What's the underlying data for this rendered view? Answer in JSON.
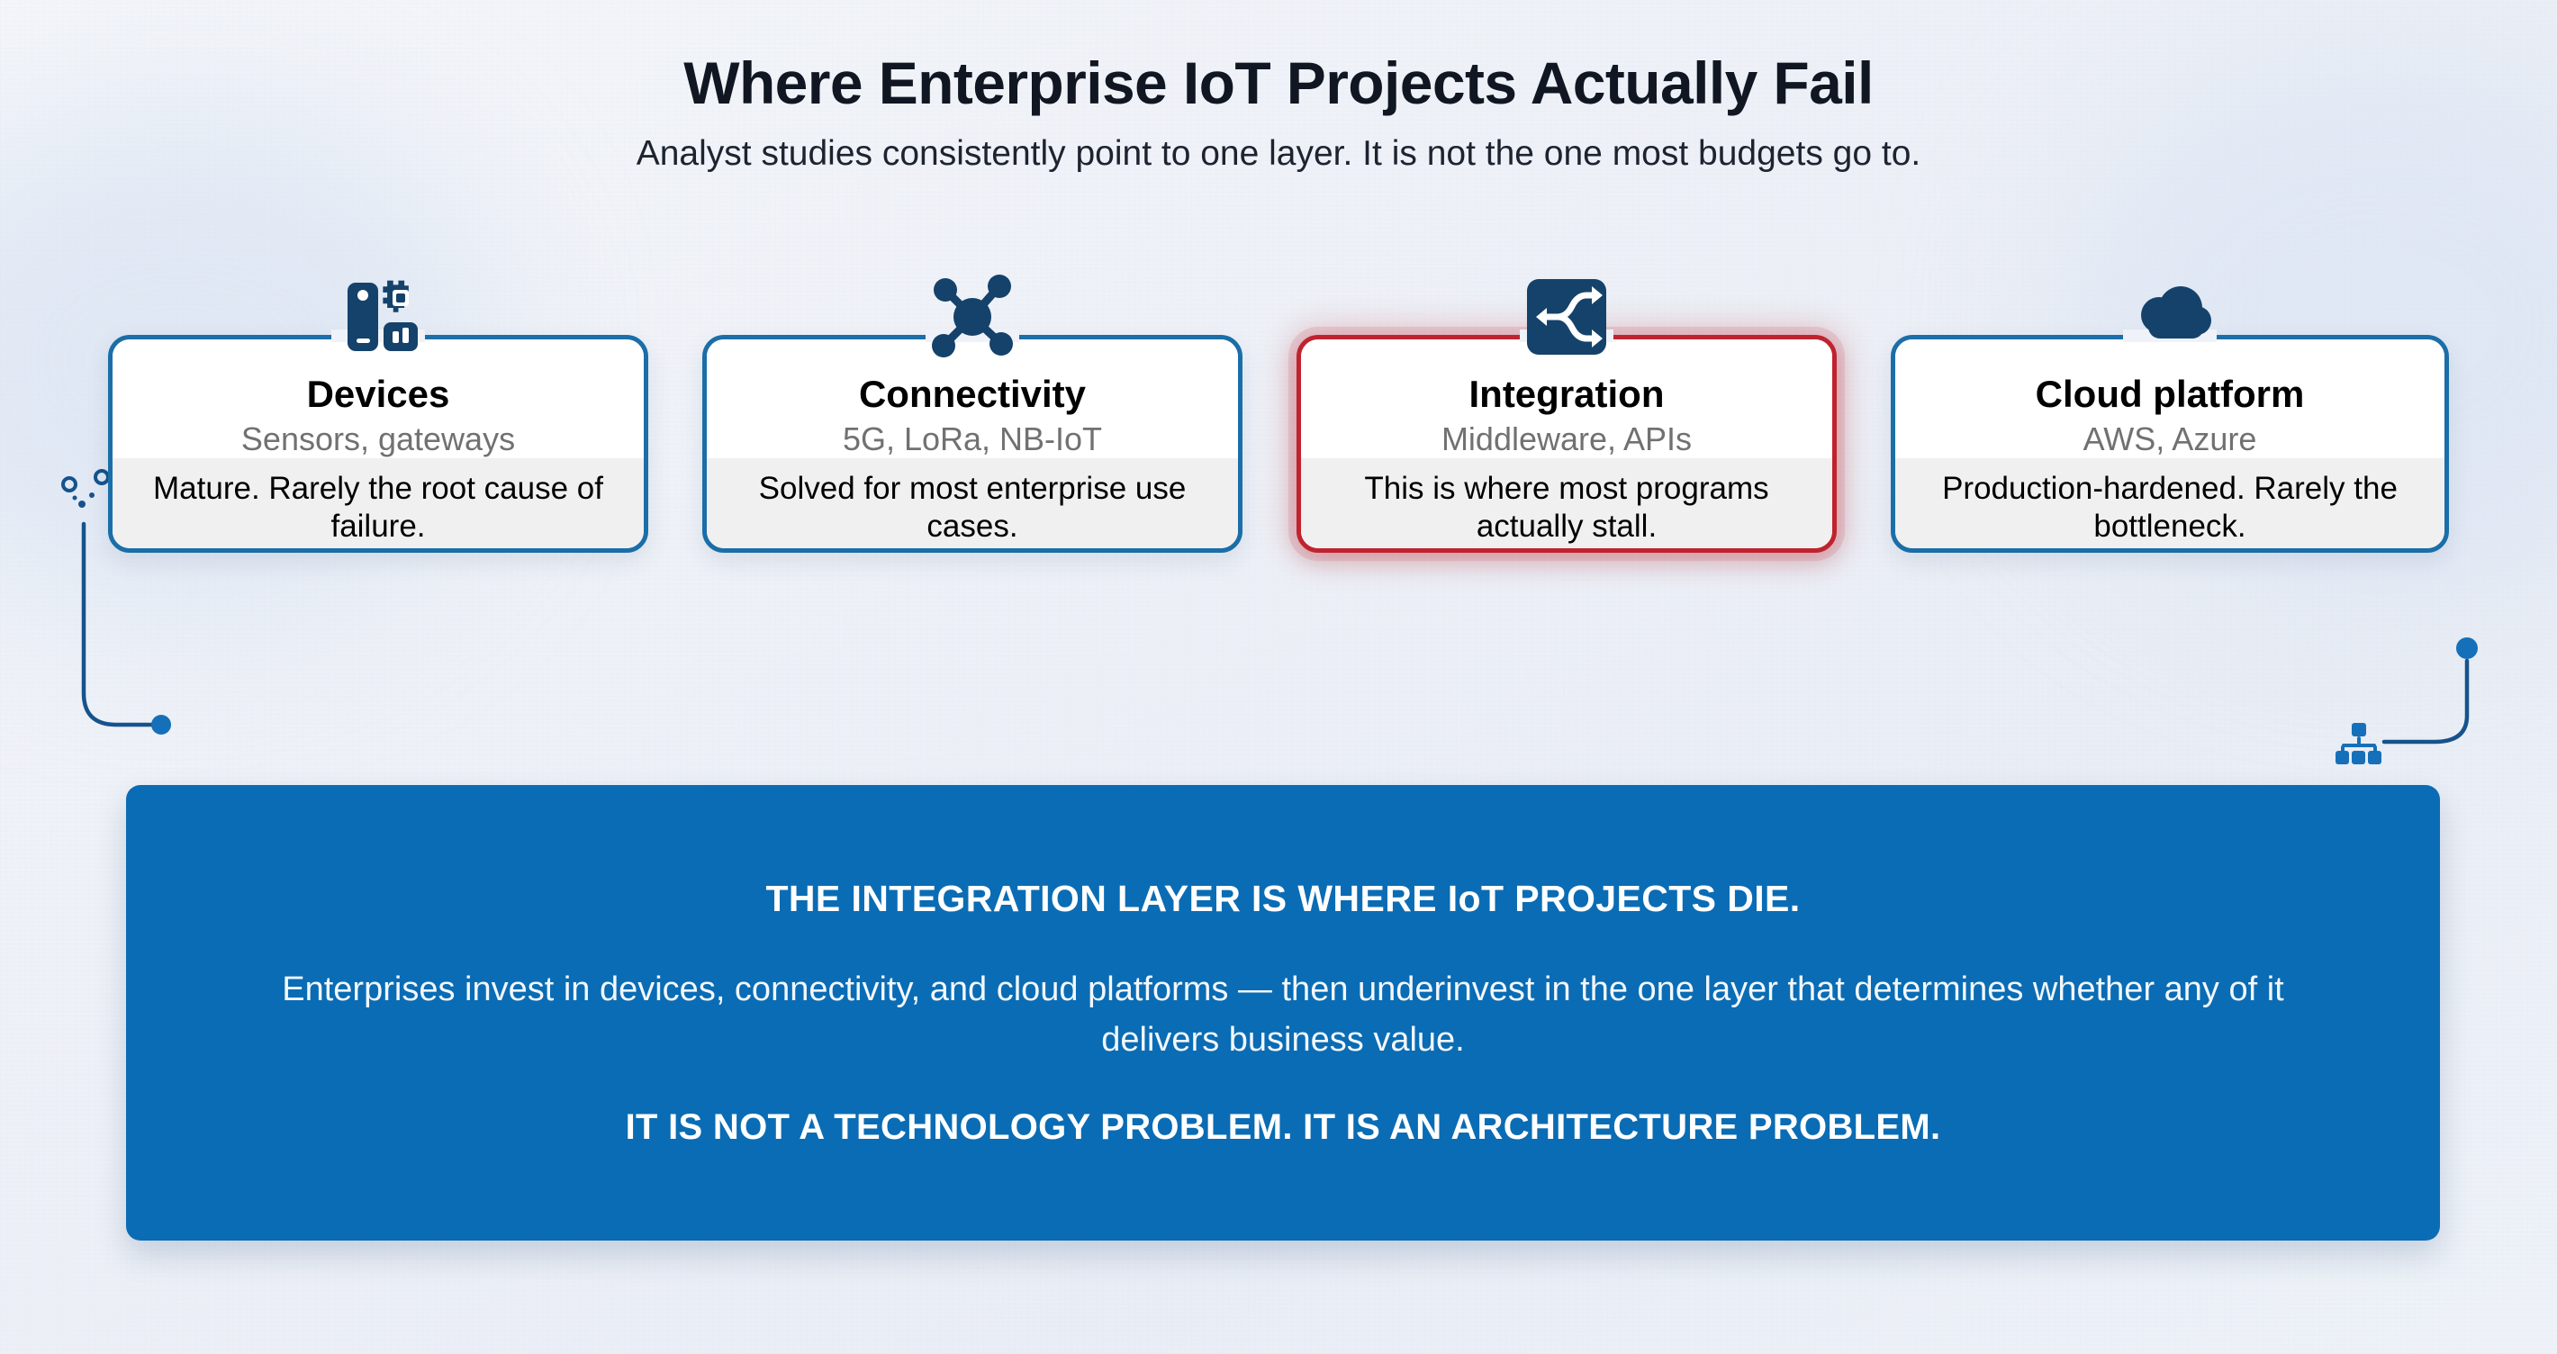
{
  "header": {
    "title": "Where Enterprise IoT Projects Actually Fail",
    "subtitle": "Analyst studies consistently point to one layer. It is not the one most budgets go to."
  },
  "colors": {
    "accent_blue": "#0a6cb4",
    "card_border_blue": "#1b6ea8",
    "flag_red": "#c0232e",
    "icon_navy": "#14426b",
    "background": "#eef1f7",
    "card_top_bg": "#ffffff",
    "card_bottom_bg": "#f0f0f0",
    "muted_text": "#717171"
  },
  "cards": [
    {
      "icon": "devices-icon",
      "name": "Devices",
      "examples": "Sensors, gateways",
      "note": "Mature. Rarely the root cause of failure.",
      "flagged": false
    },
    {
      "icon": "network-hub-icon",
      "name": "Connectivity",
      "examples": "5G, LoRa, NB-IoT",
      "note": "Solved for most enterprise use cases.",
      "flagged": false
    },
    {
      "icon": "shuffle-arrows-icon",
      "name": "Integration",
      "examples": "Middleware, APIs",
      "note": "This is where most programs actually stall.",
      "flagged": true
    },
    {
      "icon": "cloud-icon",
      "name": "Cloud platform",
      "examples": "AWS, Azure",
      "note": "Production-hardened. Rarely the bottleneck.",
      "flagged": false
    }
  ],
  "banner": {
    "headline": "THE INTEGRATION LAYER IS WHERE IoT PROJECTS DIE.",
    "body": "Enterprises invest in devices, connectivity, and cloud platforms — then underinvest in the one layer that determines whether any of it delivers business value.",
    "footer": "IT IS NOT A TECHNOLOGY PROBLEM. IT IS AN ARCHITECTURE PROBLEM."
  },
  "decorations": {
    "left_connector": "node-dots-connector",
    "right_connector": "sitemap-connector"
  }
}
